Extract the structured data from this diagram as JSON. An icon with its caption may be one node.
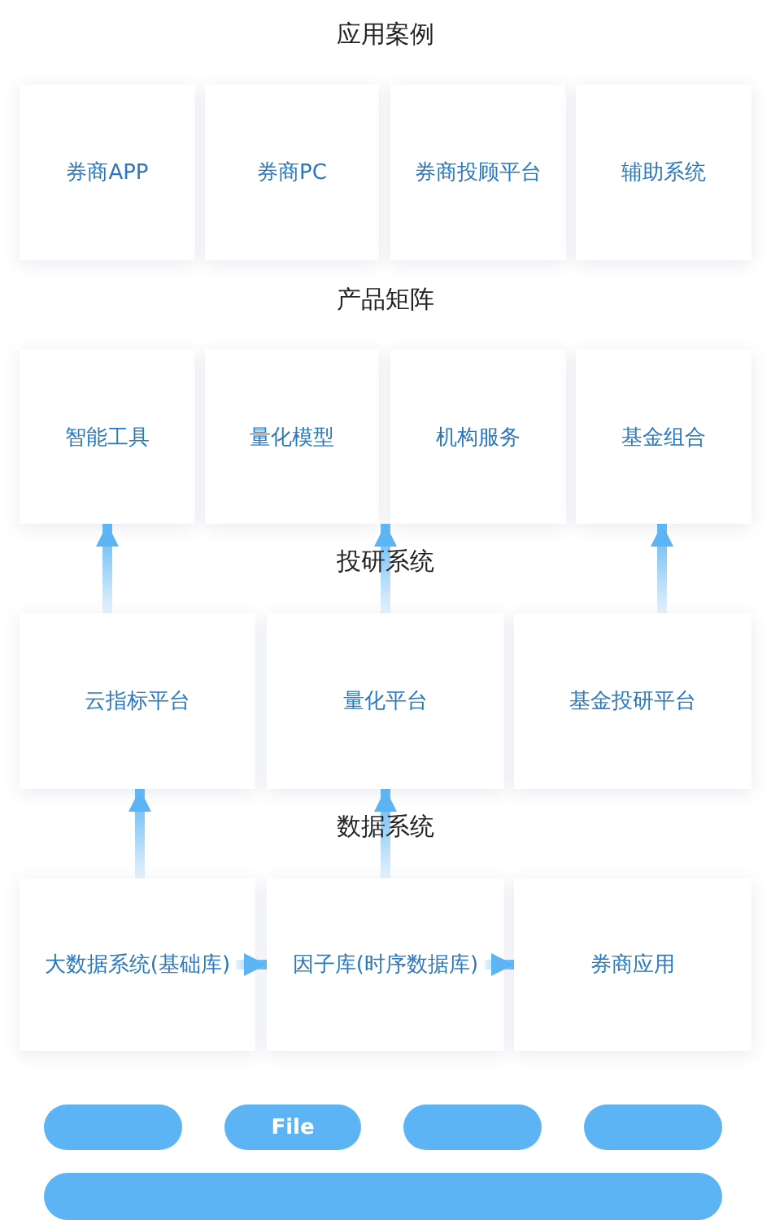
{
  "diagram": {
    "nodes": [
      {
        "text": [
          "券商APP"
        ]
      },
      {
        "text": [
          "券商PC"
        ]
      },
      {
        "text": [
          "券商投顾平台"
        ]
      },
      {
        "text": [
          "辅助系统"
        ]
      },
      {
        "text": [
          "智能工具"
        ]
      },
      {
        "text": [
          "量化模型"
        ]
      },
      {
        "text": [
          "机构服务"
        ]
      },
      {
        "text": [
          "基金组合"
        ]
      },
      {
        "text": [
          "云指标平台"
        ]
      },
      {
        "text": [
          "量化平台"
        ]
      },
      {
        "text": [
          "基金投研平台"
        ]
      },
      {
        "text": [
          "大数据系统(基础库)"
        ]
      },
      {
        "text": [
          "因子库(时序数据库)"
        ]
      },
      {
        "text": [
          "券商应用"
        ]
      },
      {
        "text": [],
        "shape": "box"
      },
      {
        "text": [
          "File"
        ]
      },
      {
        "text": [],
        "shape": "box"
      },
      {
        "text": [],
        "shape": "box"
      },
      {
        "text": [],
        "shape": "bar"
      }
    ],
    "edges": [
      {
        "from": 8,
        "to": 4,
        "arrow": "to"
      },
      {
        "from": 9,
        "to": 5,
        "arrow": "to"
      },
      {
        "from": 10,
        "to": 7,
        "arrow": "to"
      },
      {
        "from": 11,
        "to": 8,
        "arrow": "to"
      },
      {
        "from": 12,
        "to": 9,
        "arrow": "to"
      },
      {
        "from": 11,
        "to": 12,
        "arrow": "to"
      },
      {
        "from": 12,
        "to": 13,
        "arrow": "to"
      }
    ],
    "labels": [
      "应用案例",
      "产品矩阵",
      "投研系统",
      "数据系统"
    ]
  }
}
